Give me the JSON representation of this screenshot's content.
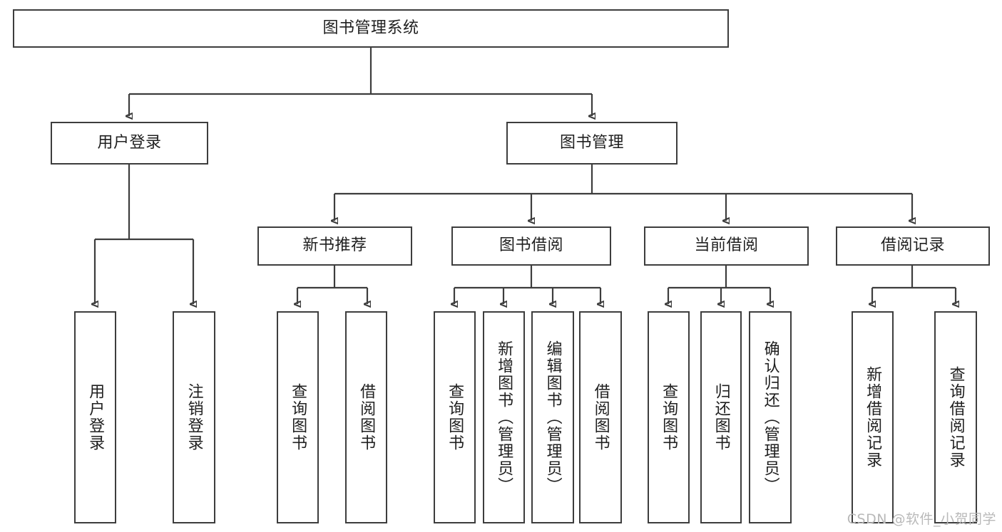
{
  "diagram": {
    "type": "tree",
    "title": "图书管理系统",
    "watermark": "CSDN @软件_小贺同学",
    "colors": {
      "stroke": "#3d3d3d",
      "box_fill": "#ffffff",
      "text": "#1f1f1f",
      "watermark": "#b9b9b9",
      "background": "#ffffff"
    },
    "nodes": {
      "root": {
        "label": "图书管理系统",
        "level": 1,
        "orientation": "horizontal"
      },
      "l2": [
        {
          "id": "user-login",
          "label": "用户登录",
          "level": 2,
          "orientation": "horizontal"
        },
        {
          "id": "book-manage",
          "label": "图书管理",
          "level": 2,
          "orientation": "horizontal"
        }
      ],
      "l3": [
        {
          "id": "new-book-recommend",
          "label": "新书推荐",
          "level": 3,
          "orientation": "horizontal"
        },
        {
          "id": "book-borrow",
          "label": "图书借阅",
          "level": 3,
          "orientation": "horizontal"
        },
        {
          "id": "current-borrow",
          "label": "当前借阅",
          "level": 3,
          "orientation": "horizontal"
        },
        {
          "id": "borrow-record",
          "label": "借阅记录",
          "level": 3,
          "orientation": "horizontal"
        }
      ],
      "leaves": [
        {
          "id": "leaf-user-login",
          "label": "用户登录",
          "parent": "user-login",
          "orientation": "vertical"
        },
        {
          "id": "leaf-user-logout",
          "label": "注销登录",
          "parent": "user-login",
          "orientation": "vertical"
        },
        {
          "id": "leaf-query-book-1",
          "label": "查询图书",
          "parent": "new-book-recommend",
          "orientation": "vertical"
        },
        {
          "id": "leaf-borrow-book-1",
          "label": "借阅图书",
          "parent": "new-book-recommend",
          "orientation": "vertical"
        },
        {
          "id": "leaf-query-book-2",
          "label": "查询图书",
          "parent": "book-borrow",
          "orientation": "vertical"
        },
        {
          "id": "leaf-add-book",
          "label": "新增图书（管理员）",
          "parent": "book-borrow",
          "orientation": "vertical"
        },
        {
          "id": "leaf-edit-book",
          "label": "编辑图书（管理员）",
          "parent": "book-borrow",
          "orientation": "vertical"
        },
        {
          "id": "leaf-borrow-book-2",
          "label": "借阅图书",
          "parent": "book-borrow",
          "orientation": "vertical"
        },
        {
          "id": "leaf-query-book-3",
          "label": "查询图书",
          "parent": "current-borrow",
          "orientation": "vertical"
        },
        {
          "id": "leaf-return-book",
          "label": "归还图书",
          "parent": "current-borrow",
          "orientation": "vertical"
        },
        {
          "id": "leaf-confirm-return",
          "label": "确认归还（管理员）",
          "parent": "current-borrow",
          "orientation": "vertical"
        },
        {
          "id": "leaf-add-record",
          "label": "新增借阅记录",
          "parent": "borrow-record",
          "orientation": "vertical"
        },
        {
          "id": "leaf-query-record",
          "label": "查询借阅记录",
          "parent": "borrow-record",
          "orientation": "vertical"
        }
      ]
    }
  }
}
